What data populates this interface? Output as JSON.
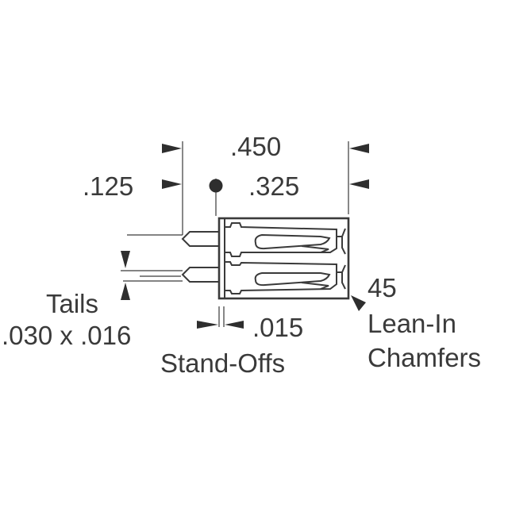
{
  "diagram": {
    "type": "connector-dimension-drawing",
    "colors": {
      "ink": "#3a3a3a",
      "background": "#ffffff"
    },
    "dimensions": {
      "overall_length": ".450",
      "body_length": ".325",
      "tail_offset": ".125",
      "standoff": ".015"
    },
    "labels": {
      "tails_title": "Tails",
      "tails_size": ".030 x .016",
      "standoffs": "Stand-Offs",
      "chamfer_angle": "45",
      "chamfer_line1": "Lean-In",
      "chamfer_line2": "Chamfers"
    }
  }
}
